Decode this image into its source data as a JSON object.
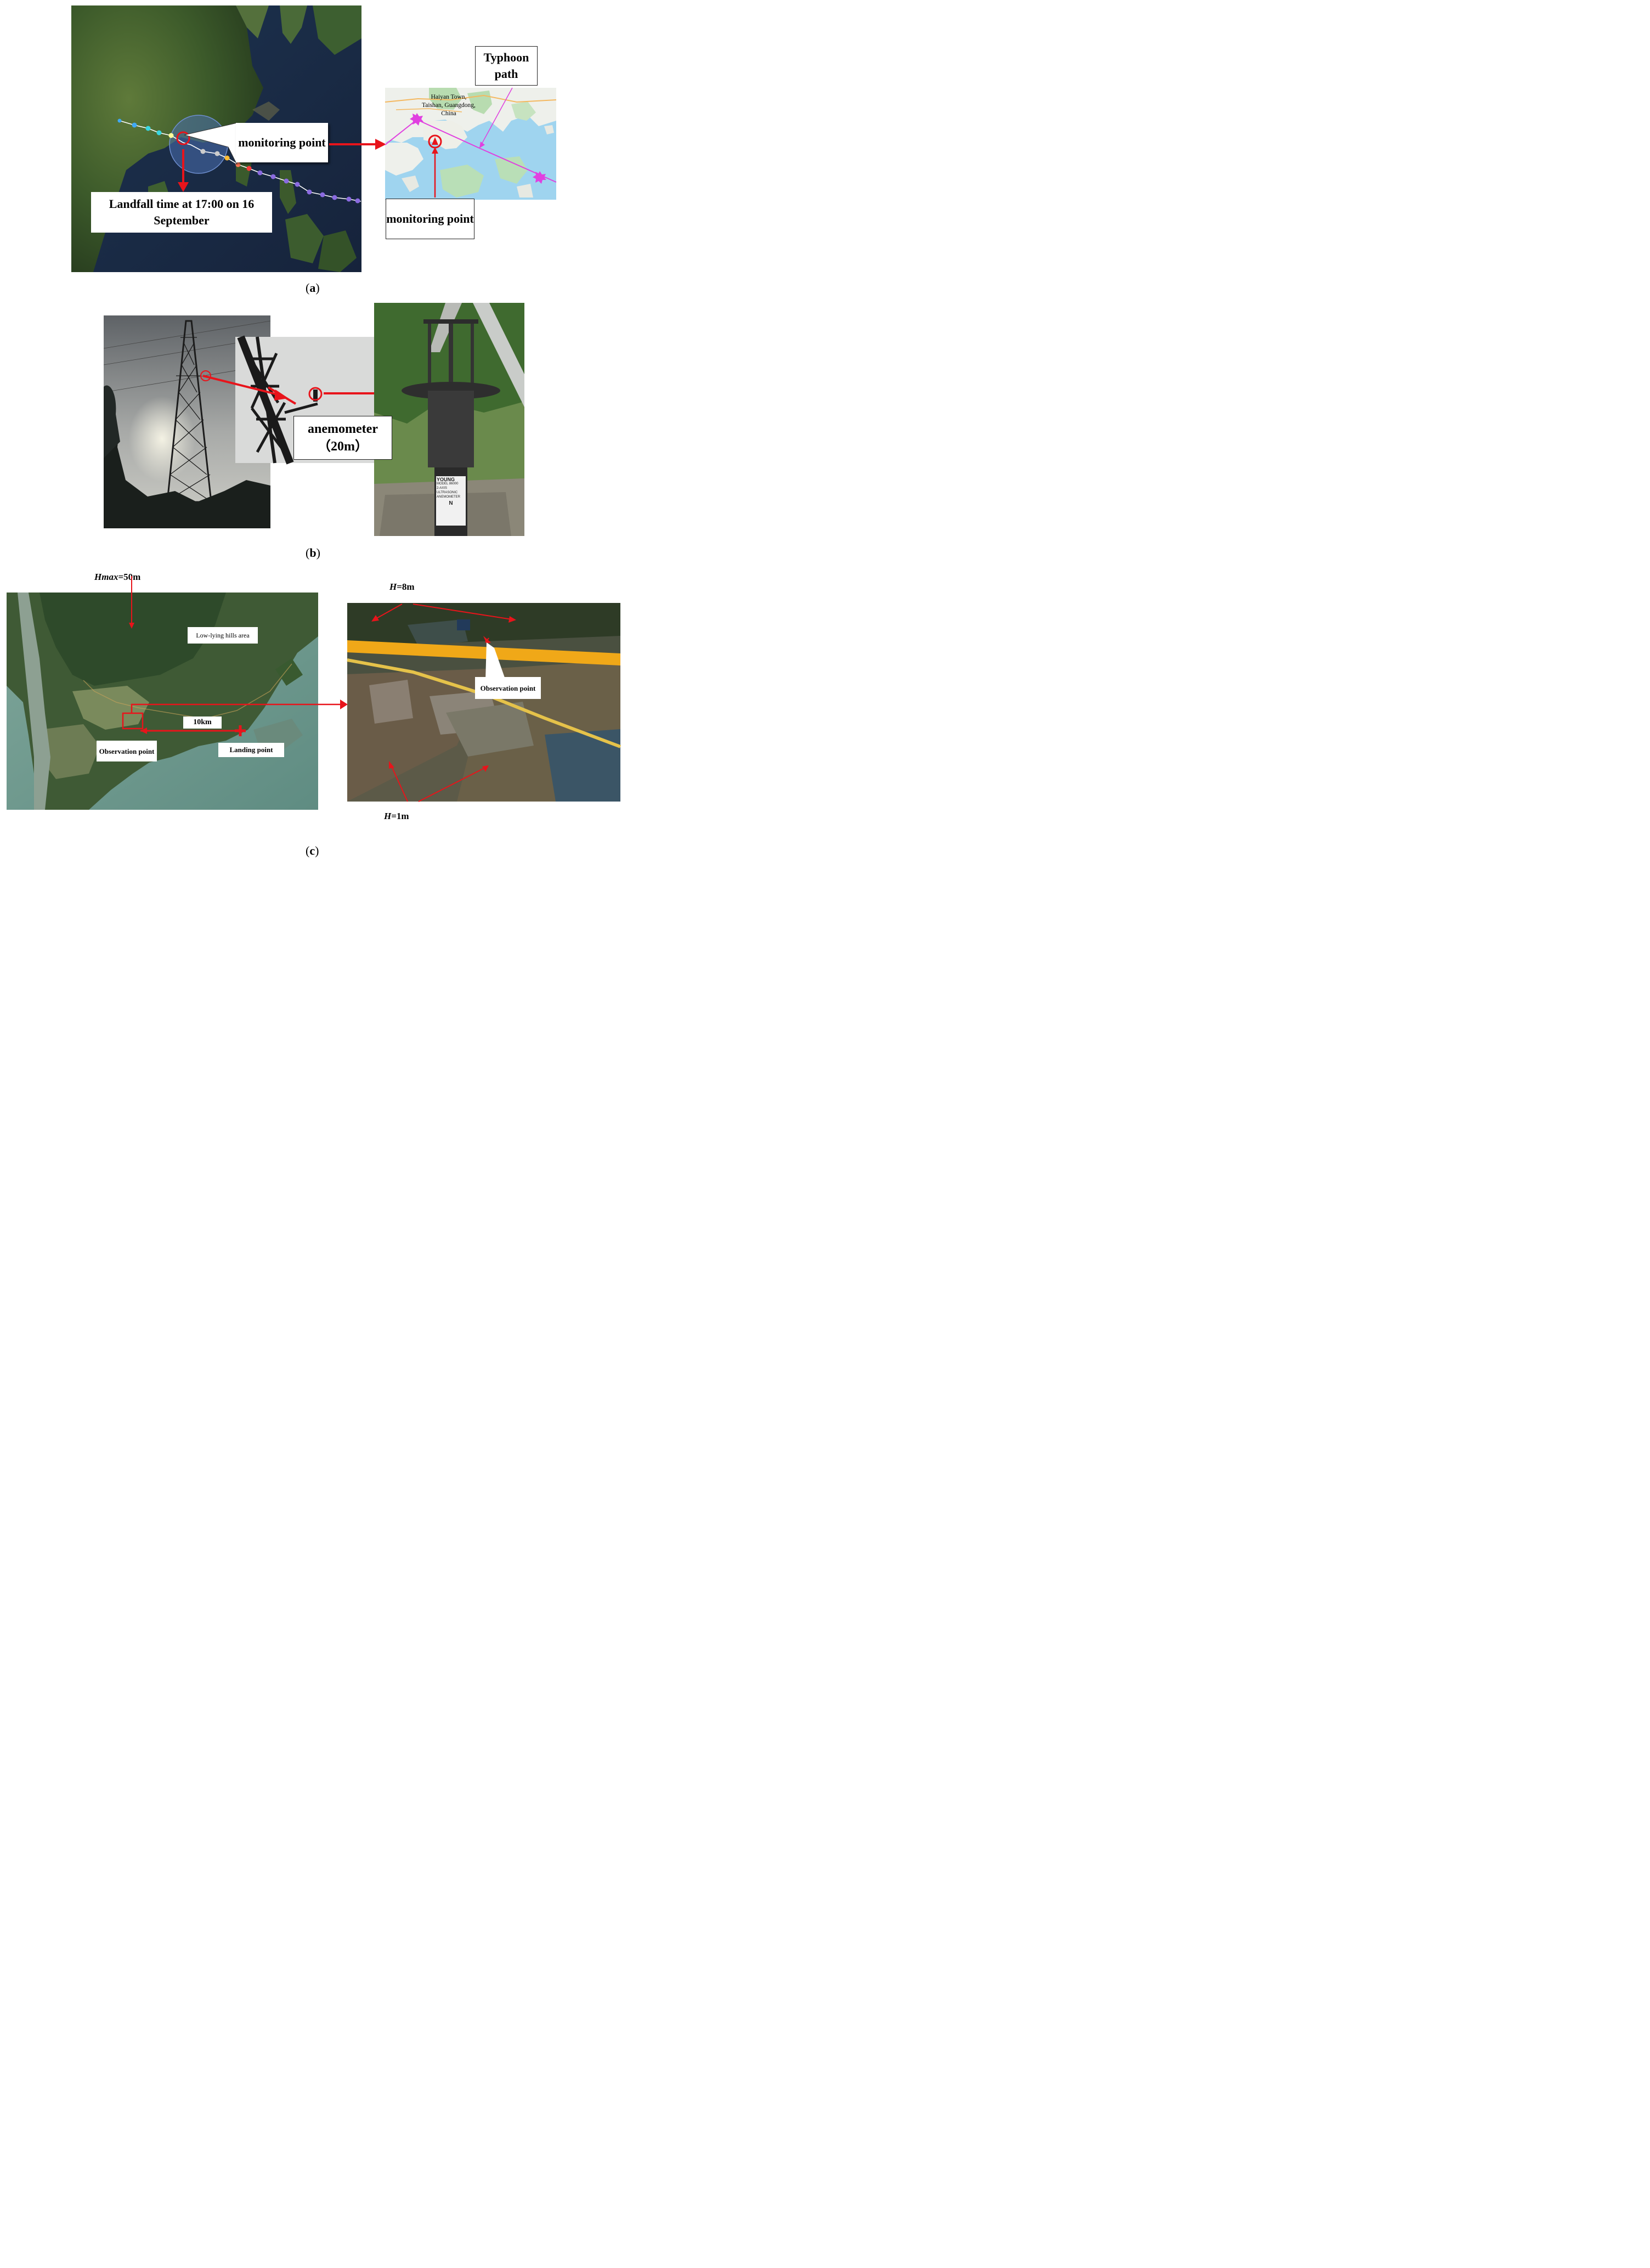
{
  "panel_a": {
    "label_monitoring_main": "monitoring point",
    "label_landfall": "Landfall time at 17:00 on 16 September",
    "label_typhoon_path": "Typhoon path",
    "label_map_place": "Haiyan Town, Taishan, Guangdong, China",
    "label_monitoring_inset": "monitoring point",
    "caption_open": "(",
    "caption_letter": "a",
    "caption_close": ")",
    "track_colors": [
      "#3fa9f5",
      "#39d6e0",
      "#ffff99",
      "#cccccc",
      "#ffbb33",
      "#ff7755",
      "#ff3b3b",
      "#8a6ae0"
    ]
  },
  "panel_b": {
    "label_anemometer": "anemometer",
    "label_height": "（20m）",
    "device_brand": "YOUNG",
    "device_model": "MODEL 86000",
    "device_type_1": "2-AXIS",
    "device_type_2": "ULTRASONIC",
    "device_type_3": "ANEMOMETER",
    "device_n": "N",
    "caption_open": "(",
    "caption_letter": "b",
    "caption_close": ")"
  },
  "panel_c": {
    "label_hmax_italic": "Hmax",
    "label_hmax_value": "=50m",
    "label_low_hills": "Low-lying hills area",
    "label_distance": "10km",
    "label_observation": "Observation point",
    "label_landing": "Landing point",
    "label_h8_italic": "H",
    "label_h8_value": "=8m",
    "label_observation_right": "Observation point",
    "label_h1_italic": "H",
    "label_h1_value": "=1m",
    "caption_open": "(",
    "caption_letter": "c",
    "caption_close": ")"
  },
  "colors": {
    "arrow_red": "#e8141b",
    "typhoon_path": "#e040e0",
    "road_orange": "#f0a818"
  }
}
